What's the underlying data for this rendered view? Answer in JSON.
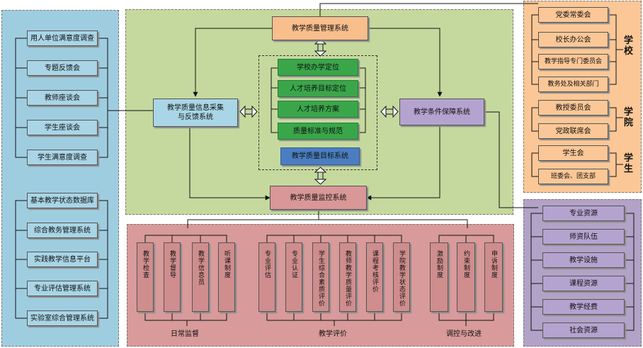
{
  "center": {
    "mgmt": "教学质量管理系统",
    "info": "教学质量信息采集\n与反馈系统",
    "cond": "教学条件保障系统",
    "monitor": "教学质量监控系统",
    "goals": [
      "学校办学定位",
      "人才培养目标定位",
      "人才培养方案",
      "质量标准与规范"
    ],
    "target": "教学质量目标系统"
  },
  "left_top": [
    "用人单位满意度调查",
    "专题反馈会",
    "教师座谈会",
    "学生座谈会",
    "学生满意度调查"
  ],
  "left_bottom": [
    "基本教学状态数据库",
    "综合教务管理系统",
    "实践教学信息平台",
    "专业评估管理系统",
    "实验室综合管理系统"
  ],
  "right_top": {
    "school": {
      "label": "学校",
      "items": [
        "党委常委会",
        "校长办公会",
        "教学指导专门委员会",
        "教务处及相关部门"
      ]
    },
    "college": {
      "label": "学院",
      "items": [
        "教授委员会",
        "党政联席会"
      ]
    },
    "student": {
      "label": "学生",
      "items": [
        "学生会",
        "班委会、团支部"
      ]
    }
  },
  "right_bottom": [
    "专业资源",
    "师资队伍",
    "教学设施",
    "课程资源",
    "教学经费",
    "社会资源"
  ],
  "bottom": {
    "daily": {
      "label": "日常监督",
      "items": [
        "教学检查",
        "教学督导",
        "教学信息员",
        "听课制度"
      ]
    },
    "eval": {
      "label": "教学评价",
      "items": [
        "专业评估",
        "专业认证",
        "学生综合素质评价",
        "教师教学质量评价",
        "课程考核评价",
        "学院教学状态评价"
      ]
    },
    "ctrl": {
      "label": "调控与改进",
      "items": [
        "激励制度",
        "约束制度",
        "申诉制度"
      ]
    }
  },
  "colors": {
    "left_panel": "#9fcde0",
    "center_panel": "#c5d99e",
    "right_top_panel": "#fbc796",
    "right_bottom_panel": "#b3a2c7",
    "bottom_panel": "#d89a9a",
    "mgmt_box": "#f8be8c",
    "info_box": "#a9d5e6",
    "cond_box": "#b5a3cf",
    "monitor_box": "#d99797",
    "goal_green": "#3aa64a",
    "target_blue": "#4a7ec0"
  }
}
